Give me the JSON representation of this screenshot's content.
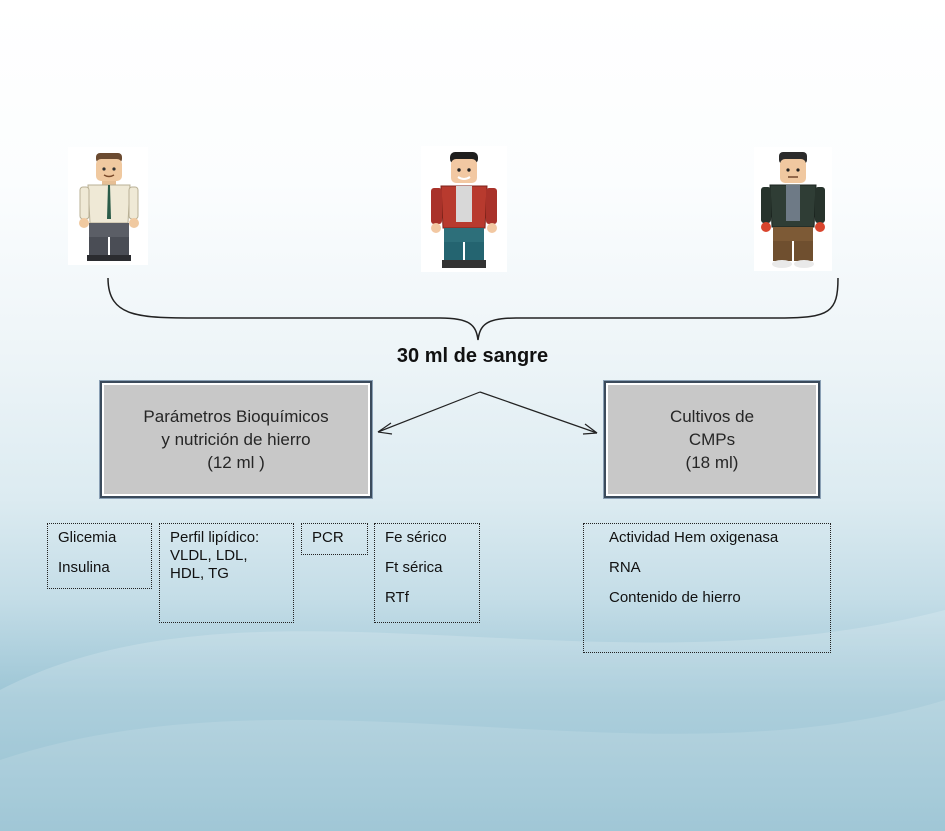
{
  "title": "30 ml de sangre",
  "left_box": {
    "line1": "Parámetros Bioquímicos",
    "line2": "y nutrición de hierro",
    "line3": "(12 ml )"
  },
  "right_box": {
    "line1": "Cultivos de",
    "line2": "CMPs",
    "line3": "(18 ml)"
  },
  "tests": {
    "glucose": [
      "Glicemia",
      "Insulina"
    ],
    "lipid": [
      "Perfil lipídico:",
      "VLDL, LDL,",
      "HDL, TG"
    ],
    "pcr": [
      "PCR"
    ],
    "iron": [
      "Fe sérico",
      "Ft sérica",
      "RTf"
    ],
    "culture": [
      "Actividad Hem oxigenasa",
      "RNA",
      "Contenido de hierro"
    ]
  },
  "colors": {
    "box_fill": "#c8c8c8",
    "box_border": "#3b4b5c",
    "figure1_shirt": "#efe9d6",
    "figure2_jacket": "#b83a2e",
    "figure3_jacket": "#2f3d35"
  },
  "icons": [
    "businessman-figure-icon",
    "red-jacket-figure-icon",
    "green-jacket-figure-icon"
  ]
}
